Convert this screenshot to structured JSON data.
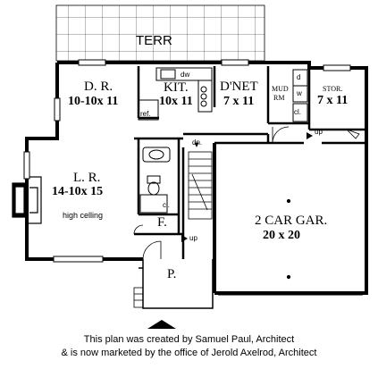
{
  "rooms": {
    "terrace": {
      "name": "TERR"
    },
    "dining": {
      "name": "D. R.",
      "size": "10-10x 11"
    },
    "kitchen": {
      "name": "KIT.",
      "size": "10x 11"
    },
    "dinette": {
      "name": "D'NET",
      "size": "7 x 11"
    },
    "mudroom": {
      "name": "MUD",
      "name2": "RM"
    },
    "storage": {
      "name": "STOR.",
      "size": "7 x 11"
    },
    "living": {
      "name": "L. R.",
      "size": "14-10x 15",
      "note": "high celling"
    },
    "foyer": {
      "name": "F."
    },
    "porch": {
      "name": "P."
    },
    "garage": {
      "name": "2  CAR GAR.",
      "size": "20  x  20"
    }
  },
  "fixtures": {
    "dishwasher": "dw",
    "refrigerator": "ref.",
    "dryer": "d",
    "washer": "w",
    "mud_closet": "cl.",
    "hall_closet": "cl."
  },
  "stairs": {
    "down": "dn.",
    "up_garage": "up",
    "up_foyer": "up"
  },
  "credits": {
    "line1": "This plan was created by Samuel Paul, Architect",
    "line2": "& is now marketed by the office of Jerold Axelrod, Architect"
  }
}
